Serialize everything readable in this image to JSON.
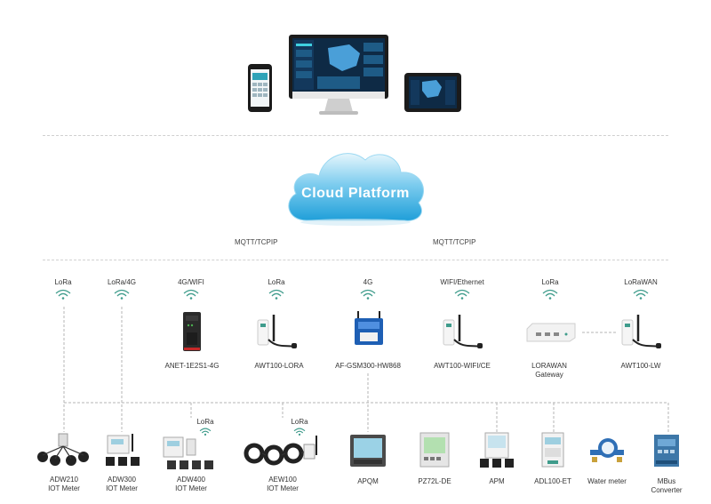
{
  "cloud": {
    "title": "Cloud Platform"
  },
  "protocols": [
    "MQTT/TCPIP",
    "MQTT/TCPIP"
  ],
  "gateways": [
    {
      "link": "LoRa",
      "name": ""
    },
    {
      "link": "LoRa/4G",
      "name": ""
    },
    {
      "link": "4G/WIFI",
      "name": "ANET-1E2S1-4G"
    },
    {
      "link": "LoRa",
      "name": "AWT100-LORA"
    },
    {
      "link": "4G",
      "name": "AF-GSM300-HW868"
    },
    {
      "link": "WIFI/Ethernet",
      "name": "AWT100-WIFI/CE"
    },
    {
      "link": "LoRa",
      "name": "LORAWAN",
      "name2": "Gateway"
    },
    {
      "link": "LoRaWAN",
      "name": "AWT100-LW"
    }
  ],
  "devices": [
    {
      "name": "ADW210",
      "name2": "IOT  Meter"
    },
    {
      "name": "ADW300",
      "name2": "IOT  Meter"
    },
    {
      "name": "ADW400",
      "name2": "IOT  Meter",
      "link": "LoRa"
    },
    {
      "name": "AEW100",
      "name2": "IOT  Meter",
      "link": "LoRa"
    },
    {
      "name": "APQM"
    },
    {
      "name": "PZ72L-DE"
    },
    {
      "name": "APM"
    },
    {
      "name": "ADL100-ET"
    },
    {
      "name": "Water meter"
    },
    {
      "name": "MBus",
      "name2": "Converter"
    }
  ],
  "colors": {
    "cloud_top": "#d9f1fb",
    "cloud_bottom": "#2aa9e0",
    "wifi": "#3f9c8c",
    "line": "#b5b5b5"
  }
}
